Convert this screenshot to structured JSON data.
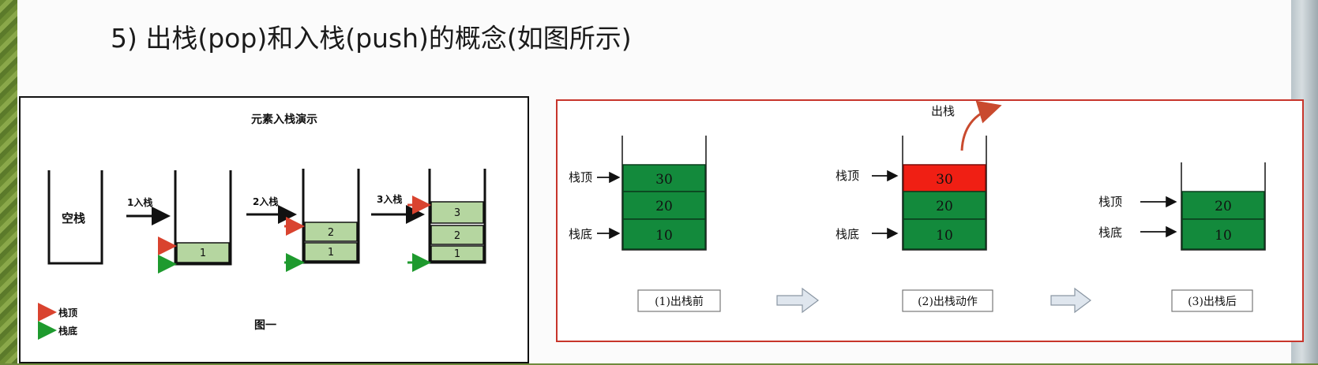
{
  "slide": {
    "title": "5)   出栈(pop)和入栈(push)的概念(如图所示)"
  },
  "figure1": {
    "title": "元素入栈演示",
    "empty_stack_label": "空栈",
    "step1_label": "1入栈",
    "step2_label": "2入栈",
    "step3_label": "3入栈",
    "cells": {
      "s1_1": "1",
      "s2_1": "1",
      "s2_2": "2",
      "s3_1": "1",
      "s3_2": "2",
      "s3_3": "3"
    },
    "legend": {
      "top": "栈顶",
      "bottom": "栈底"
    },
    "caption": "图一",
    "colors": {
      "cell_fill": "#b5d6a0",
      "top_arrow": "#d9432f",
      "bottom_arrow": "#1e9a2e"
    }
  },
  "figure2": {
    "pop_label": "出栈",
    "stacks": [
      {
        "top_label": "栈顶",
        "bottom_label": "栈底",
        "values": [
          "30",
          "20",
          "10"
        ],
        "caption": "(1)出栈前"
      },
      {
        "top_label": "栈顶",
        "bottom_label": "栈底",
        "values": [
          "30",
          "20",
          "10"
        ],
        "caption": "(2)出栈动作"
      },
      {
        "top_label": "栈顶",
        "bottom_label": "栈底",
        "values": [
          "20",
          "10"
        ],
        "caption": "(3)出栈后"
      }
    ],
    "colors": {
      "green": "#138a3c",
      "red": "#f01f14",
      "pop_arrow": "#c94a2e",
      "step_arrow": "#dfe6ee"
    }
  }
}
